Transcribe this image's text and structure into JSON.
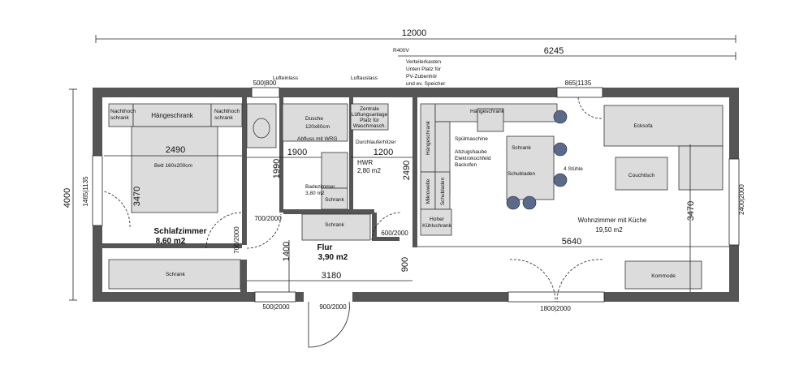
{
  "dimensions": {
    "total_width": "12000",
    "partial_width": "6245",
    "total_height": "4000",
    "left_window": "1465|1135",
    "window_top_left": "500|800",
    "window_top_right": "865|1135",
    "bed_room_width": "2490",
    "bed_room_height": "3470",
    "bath_width": "1900",
    "bath_height": "1990",
    "hwr_width": "1200",
    "hwr_height": "2490",
    "door_bed_1": "700/2000",
    "door_bed_2": "700/2000",
    "door_hwr": "600/2000",
    "flur_height": "1400",
    "flur_width": "3180",
    "flur_side": "900",
    "living_width": "5640",
    "living_height": "3470",
    "right_window": "2400|2000",
    "bottom_window_small": "500|2000",
    "entry_door": "900/2000",
    "terrace_door": "1800|2000",
    "r400v": "R400V"
  },
  "labels": {
    "lufteinlass": "Lufteinlass",
    "luftauslass": "Luftauslass",
    "verteiler": "Verteilerkasten",
    "verteiler2": "Unten Platz für",
    "verteiler3": "PV-Zubenhör",
    "verteiler4": "und ev. Speicher",
    "nachttisch_l1": "Nachthoch",
    "nachttisch_l2": "schrank",
    "nachttisch_r1": "Nachthoch",
    "nachttisch_r2": "schrank",
    "haengeschrank_bed": "Hängeschrank",
    "bett": "Bett 160x200cm",
    "schlafzimmer": "Schlafzimmer",
    "schlafzimmer_area": "8,60 m2",
    "schrank_bed": "Schrank",
    "dusche": "Dusche",
    "dusche_size": "120x80cm",
    "abfluss": "Abfluss mit WRG",
    "badezimmer": "Badezimmer",
    "badezimmer_area": "3,80 m2",
    "schrank_bath": "Schrank",
    "schrank_flur": "Schrank",
    "flur": "Flur",
    "flur_area": "3,90 m2",
    "lueftung1": "Zentrale",
    "lueftung2": "Lüftungsanlage",
    "lueftung3": "Platz für",
    "lueftung4": "Waschmasch.",
    "durchlauf": "Durchlauferhitzer",
    "hwr": "HWR",
    "hwr_area": "2,80 m2",
    "haengeschrank_k_left": "Hängeschrank",
    "haengeschrank_k_top": "Hängeschrank",
    "spuelmaschine": "Spülmaschine",
    "abzug1": "Abzugshaube",
    "abzug2": "Elektrokochfeld",
    "abzug3": "Backofen",
    "mikrowelle": "Mikrowelle",
    "schubladen_k": "Schubladen",
    "kuehl1": "Hoher",
    "kuehl2": "Kühlschrank",
    "schrank_island": "Schrank",
    "schubladen_island": "Schubladen",
    "stuehle": "4 Stühle",
    "ecksofa": "Ecksofa",
    "couchtisch": "Couchtisch",
    "wohnzimmer": "Wohnzimmer mit Küche",
    "wohnzimmer_area": "19,50 m2",
    "kommode": "Kommode"
  }
}
